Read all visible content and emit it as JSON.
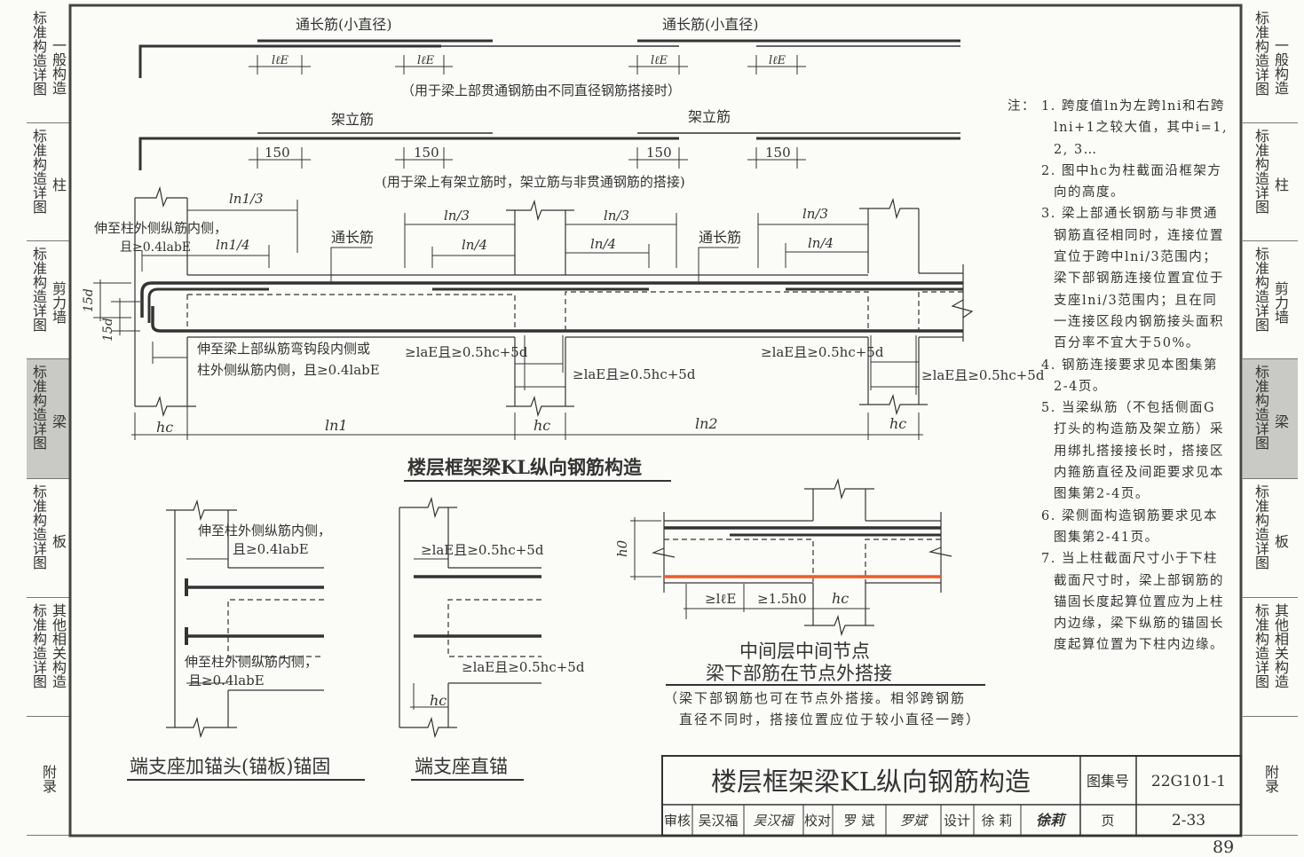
{
  "sidebar_left": [
    {
      "label": "标准构造详图",
      "topic": "一般构造",
      "active": false
    },
    {
      "label": "标准构造详图",
      "topic": "柱",
      "active": false
    },
    {
      "label": "标准构造详图",
      "topic": "剪力墙",
      "active": false
    },
    {
      "label": "标准构造详图",
      "topic": "梁",
      "active": true
    },
    {
      "label": "标准构造详图",
      "topic": "板",
      "active": false
    },
    {
      "label": "标准构造详图",
      "topic": "其他相关构造",
      "active": false
    },
    {
      "label": "附录",
      "topic": "",
      "active": false
    }
  ],
  "sidebar_right": [
    {
      "label": "标准构造详图",
      "topic": "一般构造"
    },
    {
      "label": "标准构造详图",
      "topic": "柱"
    },
    {
      "label": "标准构造详图",
      "topic": "剪力墙"
    },
    {
      "label": "标准构造详图",
      "topic": "梁"
    },
    {
      "label": "标准构造详图",
      "topic": "板"
    },
    {
      "label": "标准构造详图",
      "topic": "其他相关构造"
    },
    {
      "label": "附录",
      "topic": ""
    }
  ],
  "lap_detail_1": {
    "label_left": "通长筋(小直径)",
    "label_right": "通长筋(小直径)",
    "dim": "lℓE",
    "caption": "（用于梁上部贯通钢筋由不同直径钢筋搭接时）"
  },
  "lap_detail_2": {
    "label_left": "架立筋",
    "label_right": "架立筋",
    "dim": "150",
    "caption": "(用于梁上有架立筋时，架立筋与非贯通钢筋的搭接)"
  },
  "main_drawing": {
    "title": "楼层框架梁KL纵向钢筋构造",
    "anchor_top_1": "伸至柱外侧纵筋内侧，",
    "anchor_top_2": "且≥0.4labE",
    "anchor_bottom_1": "伸至梁上部纵筋弯钩段内侧或",
    "anchor_bottom_2": "柱外侧纵筋内侧，且≥0.4labE",
    "ln1_3": "ln1/3",
    "ln1_4": "ln1/4",
    "ln_3": "ln/3",
    "ln_4": "ln/4",
    "continuous_bar": "通长筋",
    "hook_15d": "15d",
    "lae_rule": "≥laE且≥0.5hc+5d",
    "hc": "hc",
    "ln1": "ln1",
    "ln2": "ln2"
  },
  "end_anchor_head": {
    "title": "端支座加锚头(锚板)锚固",
    "note1_1": "伸至柱外侧纵筋内侧，",
    "note1_2": "且≥0.4labE",
    "note2_1": "伸至柱外侧纵筋内侧，",
    "note2_2": "且≥0.4labE"
  },
  "end_straight_anchor": {
    "title": "端支座直锚",
    "rule": "≥laE且≥0.5hc+5d",
    "hc": "hc"
  },
  "middle_node": {
    "title_1": "中间层中间节点",
    "title_2": "梁下部筋在节点外搭接",
    "caption_1": "（梁下部钢筋也可在节点外搭接。相邻跨钢筋",
    "caption_2": "直径不同时，搭接位置应位于较小直径一跨）",
    "h0": "h0",
    "dim_lle": "≥lℓE",
    "dim_15h0": "≥1.5h0",
    "hc": "hc",
    "lap_bar_color": "#f05a28"
  },
  "notes": {
    "lead": "注：",
    "items": [
      "1. 跨度值ln为左跨lni和右跨lni+1之较大值，其中i=1, 2, 3…",
      "2. 图中hc为柱截面沿框架方向的高度。",
      "3. 梁上部通长钢筋与非贯通钢筋直径相同时，连接位置宜位于跨中lni/3范围内；梁下部钢筋连接位置宜位于支座lni/3范围内；且在同一连接区段内钢筋接头面积百分率不宜大于50%。",
      "4. 钢筋连接要求见本图集第2-4页。",
      "5. 当梁纵筋（不包括侧面G打头的构造筋及架立筋）采用绑扎搭接接长时，搭接区内箍筋直径及间距要求见本图集第2-4页。",
      "6. 梁侧面构造钢筋要求见本图集第2-41页。",
      "7. 当上柱截面尺寸小于下柱截面尺寸时，梁上部钢筋的锚固长度起算位置应为上柱内边缘，梁下纵筋的锚固长度起算位置为下柱内边缘。"
    ]
  },
  "title_block": {
    "title": "楼层框架梁KL纵向钢筋构造",
    "atlas_label": "图集号",
    "atlas_no": "22G101-1",
    "review_label": "审核",
    "reviewer": "吴汉福",
    "reviewer_sign": "吴汉福",
    "check_label": "校对",
    "checker": "罗 斌",
    "checker_sign": "罗斌",
    "design_label": "设计",
    "designer": "徐 莉",
    "designer_sign": "徐莉",
    "page_label": "页",
    "page_no": "2-33"
  },
  "page_number": "89"
}
